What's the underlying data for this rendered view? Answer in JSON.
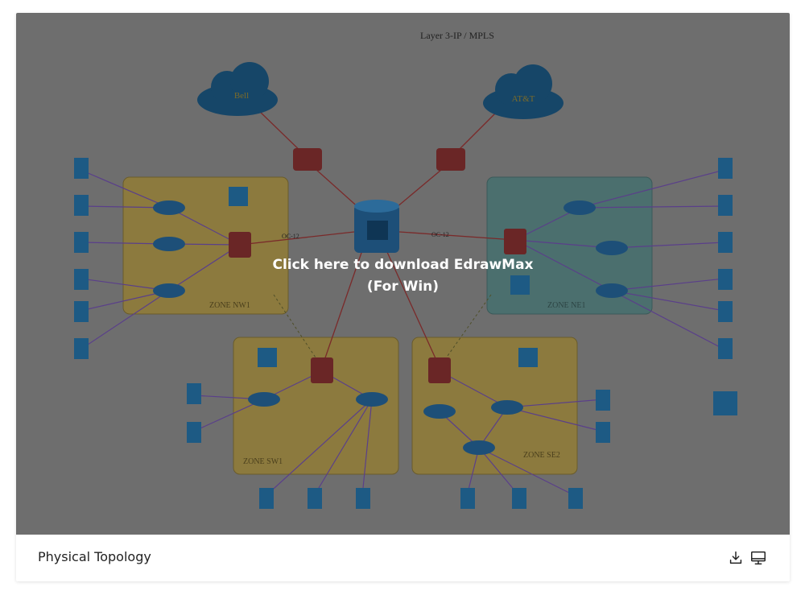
{
  "diagram": {
    "title": "Layer 3-IP / MPLS",
    "clouds": [
      {
        "label": "Bell"
      },
      {
        "label": "AT&T"
      }
    ],
    "zones": [
      {
        "label": "ZONE NW1"
      },
      {
        "label": "ZONE NE1"
      },
      {
        "label": "ZONE SW1"
      },
      {
        "label": "ZONE SE2"
      }
    ],
    "link_labels": {
      "oc12_left": "OC-12",
      "oc12_right": "OC-12"
    }
  },
  "overlay": {
    "line1": "Click here to download EdrawMax",
    "line2": "(For Win)"
  },
  "footer": {
    "title": "Physical Topology",
    "download_icon": "download-icon",
    "present_icon": "presentation-icon"
  }
}
